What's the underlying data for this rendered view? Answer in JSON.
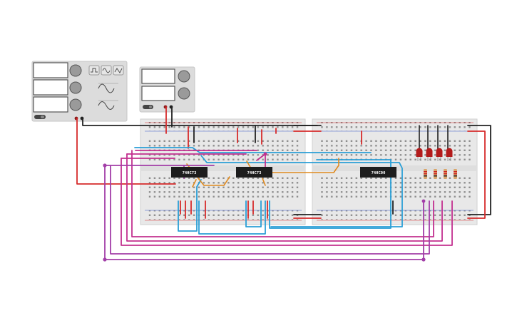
{
  "instruments": {
    "function_generator": {
      "name": "function-generator",
      "wave_buttons": [
        "square-wave-icon",
        "sine-wave-icon",
        "triangle-wave-icon"
      ]
    },
    "power_supply": {
      "name": "power-supply"
    }
  },
  "breadboards": [
    "breadboard-left",
    "breadboard-right"
  ],
  "chips": [
    {
      "label": "74HC73"
    },
    {
      "label": "74HC73"
    },
    {
      "label": "74HC00"
    }
  ],
  "leds": {
    "count": 4,
    "color": "#b31b1b"
  },
  "wire_colors": {
    "red": "#d62b2b",
    "black": "#222222",
    "blue": "#2a9fd6",
    "orange": "#e08a1e",
    "magenta": "#c2308f",
    "purple": "#a23ea8"
  }
}
